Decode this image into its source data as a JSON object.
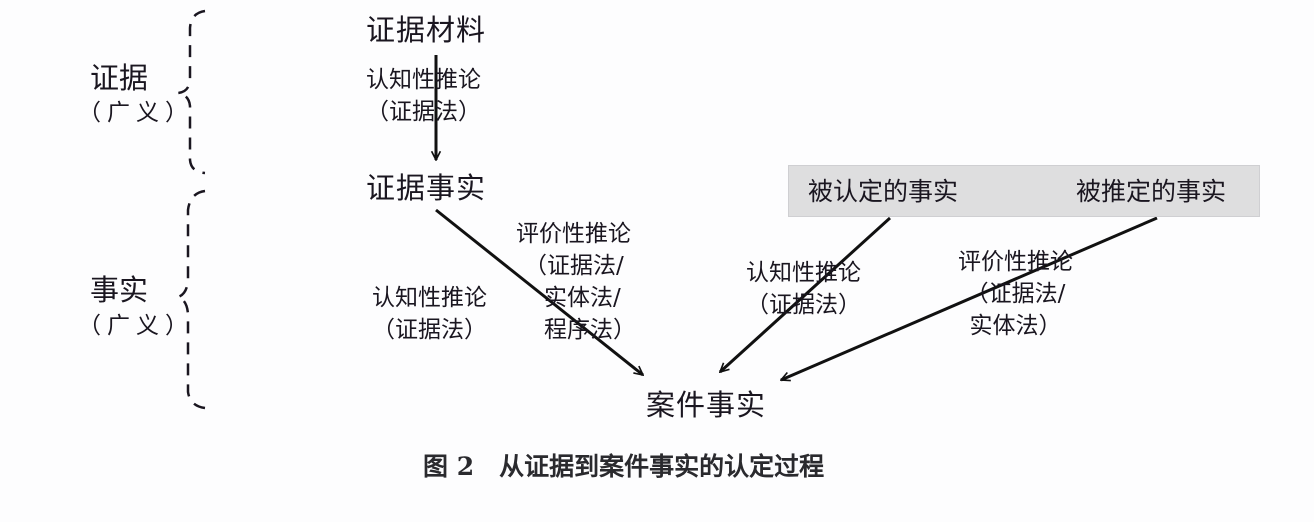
{
  "side_labels": {
    "evidence": {
      "title": "证据",
      "subtitle": "（广义）"
    },
    "facts": {
      "title": "事实",
      "subtitle": "（广义）"
    }
  },
  "nodes": {
    "evidence_material": "证据材料",
    "evidence_fact": "证据事实",
    "case_fact": "案件事实"
  },
  "gray_box": {
    "recognized_fact": "被认定的事实",
    "presumed_fact": "被推定的事实",
    "background": "#dededf"
  },
  "edge_labels": {
    "material_to_evidence": [
      "认知性推论",
      "（证据法）"
    ],
    "evidence_to_case_cognitive": [
      "认知性推论",
      "（证据法）"
    ],
    "evidence_to_case_evaluative": [
      "评价性推论",
      "（证据法/",
      "实体法/",
      "程序法）"
    ],
    "recognized_to_case": [
      "认知性推论",
      "（证据法）"
    ],
    "presumed_to_case": [
      "评价性推论",
      "（证据法/",
      "实体法）"
    ]
  },
  "caption": "图 2　从证据到案件事实的认定过程",
  "colors": {
    "ink": "#1a1620",
    "background": "#fdfdfe"
  }
}
